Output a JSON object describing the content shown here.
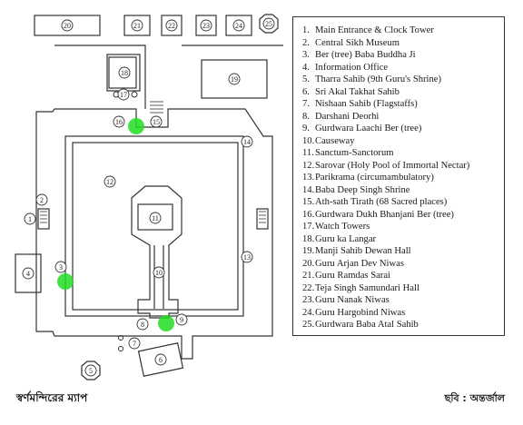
{
  "map": {
    "title": "স্বর্ণমন্দিরের ম্যাপ",
    "credit": "ছবি : অন্তর্জাল",
    "labels": [
      "1",
      "2",
      "3",
      "4",
      "5",
      "6",
      "7",
      "8",
      "9",
      "10",
      "11",
      "12",
      "13",
      "14",
      "15",
      "16",
      "17",
      "18",
      "19",
      "20",
      "21",
      "22",
      "23",
      "24",
      "25"
    ],
    "legend": [
      {
        "num": "1.",
        "text": "Main Entrance & Clock Tower"
      },
      {
        "num": "2.",
        "text": "Central Sikh Museum"
      },
      {
        "num": "3.",
        "text": "Ber (tree) Baba Buddha Ji"
      },
      {
        "num": "4.",
        "text": "Information Office"
      },
      {
        "num": "5.",
        "text": "Tharra Sahib (9th Guru's Shrine)"
      },
      {
        "num": "6.",
        "text": "Sri Akal Takhat Sahib"
      },
      {
        "num": "7.",
        "text": "Nishaan Sahib (Flagstaffs)"
      },
      {
        "num": "8.",
        "text": "Darshani Deorhi"
      },
      {
        "num": "9.",
        "text": "Gurdwara Laachi Ber (tree)"
      },
      {
        "num": "10.",
        "text": "Causeway"
      },
      {
        "num": "11.",
        "text": "Sanctum-Sanctorum"
      },
      {
        "num": "12.",
        "text": "Sarovar (Holy Pool of Immortal Nectar)"
      },
      {
        "num": "13.",
        "text": "Parikrama (circumambulatory)"
      },
      {
        "num": "14.",
        "text": "Baba Deep Singh Shrine"
      },
      {
        "num": "15.",
        "text": "Ath-sath Tirath (68 Sacred places)"
      },
      {
        "num": "16.",
        "text": "Gurdwara Dukh Bhanjani Ber (tree)"
      },
      {
        "num": "17.",
        "text": "Watch Towers"
      },
      {
        "num": "18.",
        "text": "Guru ka Langar"
      },
      {
        "num": "19.",
        "text": "Manji Sahib Dewan Hall"
      },
      {
        "num": "20.",
        "text": "Guru Arjan Dev Niwas"
      },
      {
        "num": "21.",
        "text": "Guru Ramdas Sarai"
      },
      {
        "num": "22.",
        "text": "Teja Singh Samundari Hall"
      },
      {
        "num": "23.",
        "text": "Guru Nanak Niwas"
      },
      {
        "num": "24.",
        "text": "Guru Hargobind Niwas"
      },
      {
        "num": "25.",
        "text": "Gurdwara Baba Atal Sahib"
      }
    ],
    "colors": {
      "line": "#333333",
      "tree": "#22dd22",
      "ink": "#1a1a1a"
    }
  }
}
